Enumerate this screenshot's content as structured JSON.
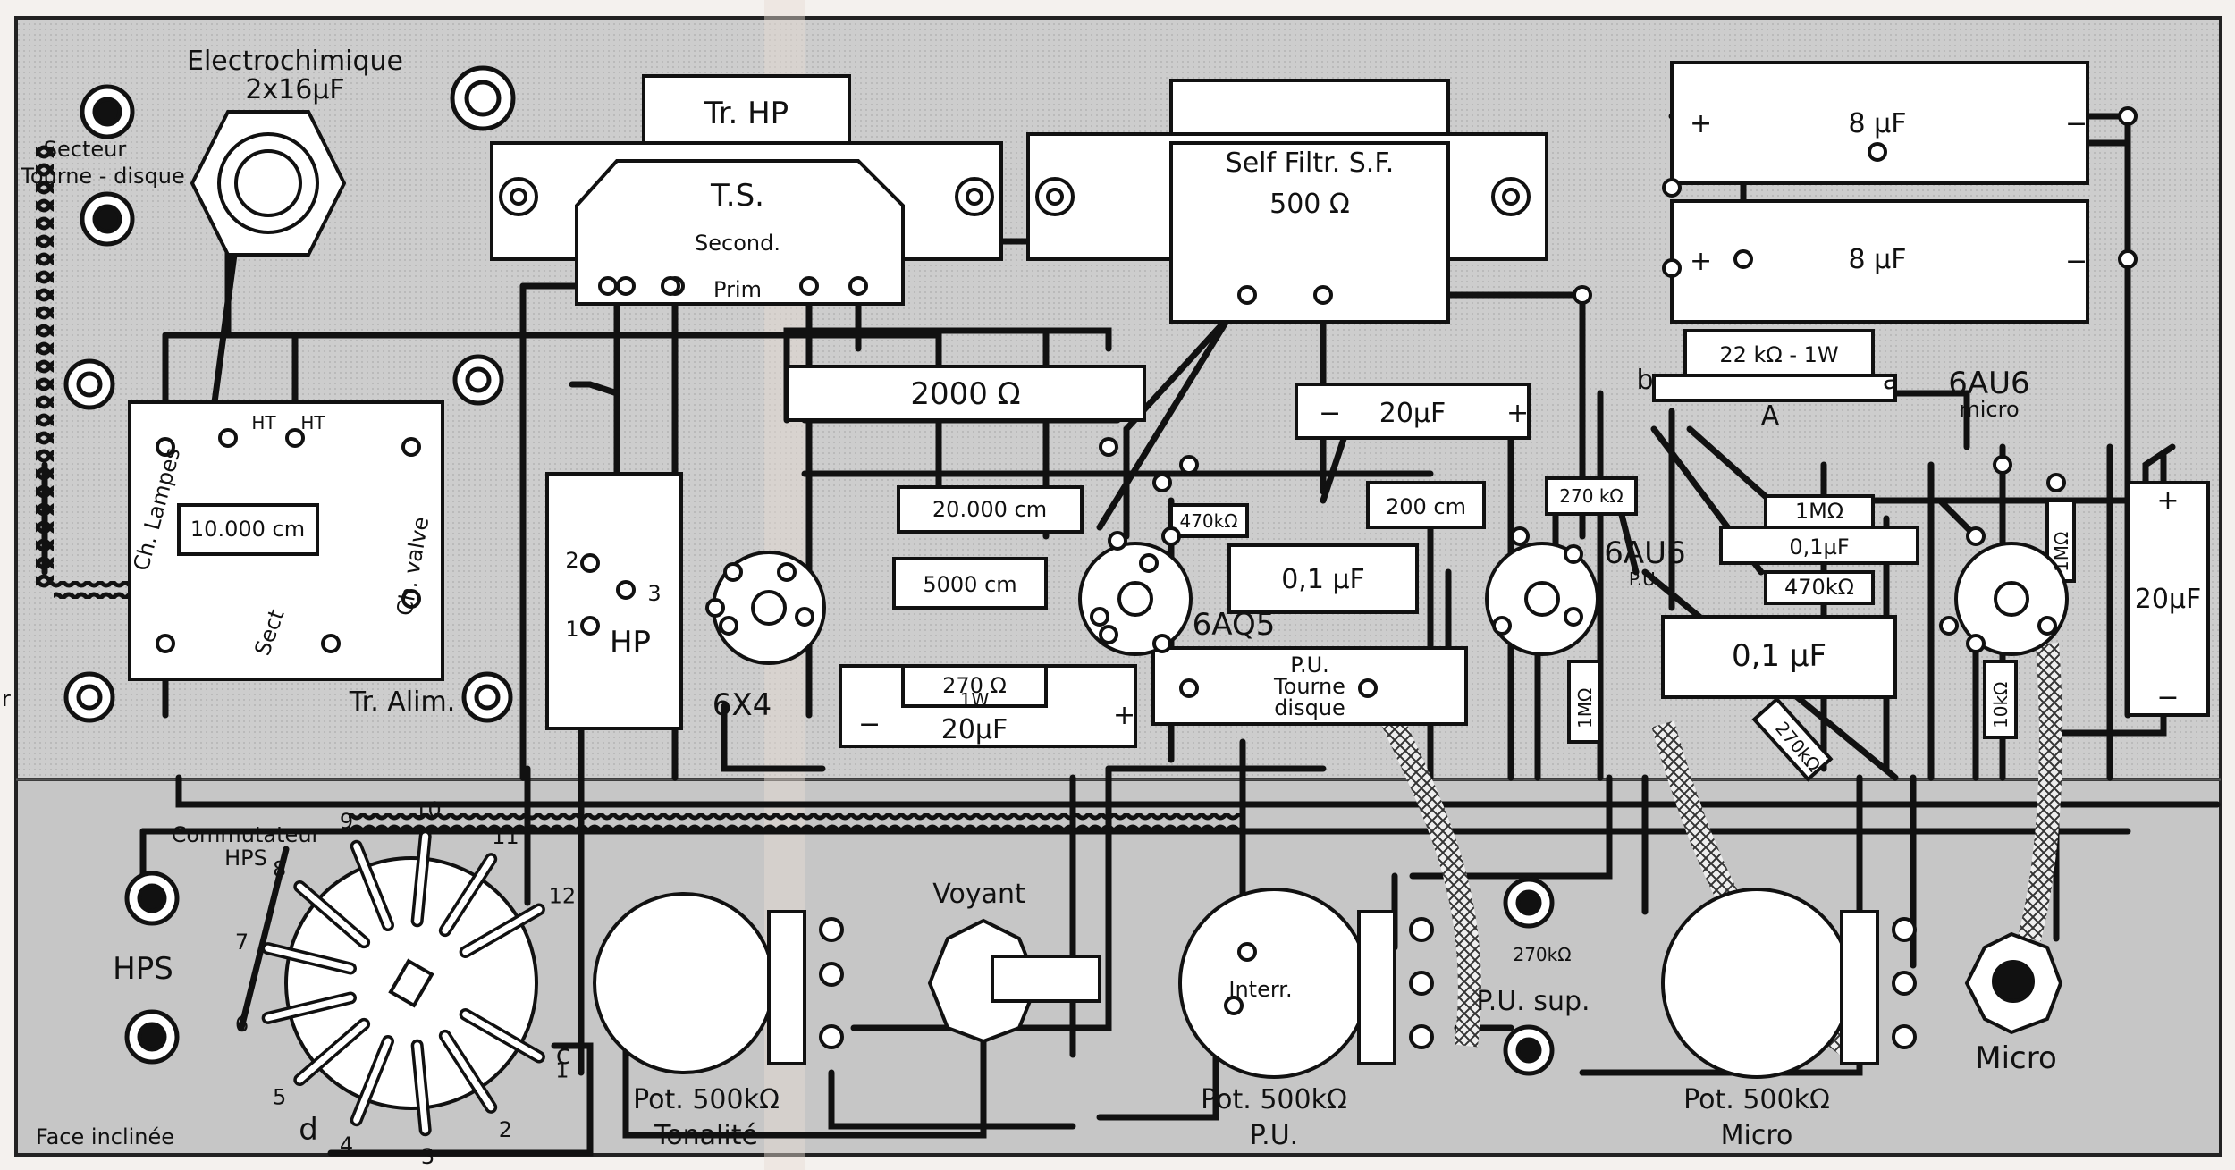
{
  "labels": {
    "electrochimique": "Electrochimique",
    "electro_value": "2x16µF",
    "secteur": "Secteur",
    "tourne_disque": "Tourne - disque",
    "tr_hp": "Tr. HP",
    "ts": "T.S.",
    "second": "Second.",
    "prim": "Prim",
    "self_filtr": "Self Filtr. S.F.",
    "self_value": "500 Ω",
    "cap_8uf_a": "8 µF",
    "cap_8uf_b": "8 µF",
    "res_22k": "22 kΩ - 1W",
    "res_2000": "2000 Ω",
    "cap_20uf_top": "20µF",
    "tube_6au6_micro": "6AU6",
    "micro_small": "micro",
    "ht1": "HT",
    "ht2": "HT",
    "ch_lampes": "Ch. Lampes",
    "ch_valve": "Ch. valve",
    "res_10000": "10.000 cm",
    "res_20000": "20.000 cm",
    "res_5000": "5000 cm",
    "res_470k_a": "470kΩ",
    "res_200": "200 cm",
    "res_270k_a": "270 kΩ",
    "cap_01_a": "0,1 µF",
    "tube_6aq5": "6AQ5",
    "tube_6au6_pu": "6AU6",
    "pu_small": "P.U.",
    "res_1m_a": "1MΩ",
    "cap_01_b": "0,1µF",
    "res_470k_b": "470kΩ",
    "cap_01_c": "0,1 µF",
    "res_1m_b": "1MΩ",
    "cap_20uf_right": "20µF",
    "tube_6x4": "6X4",
    "hp": "HP",
    "tr_alim": "Tr. Alim.",
    "sect": "Sect",
    "res_270_1w": "270 Ω",
    "res_1w": "1W",
    "cap_20uf_bottom": "20µF",
    "pu_tourne_disque_1": "P.U.",
    "pu_tourne_disque_2": "Tourne",
    "pu_tourne_disque_3": "disque",
    "res_1mohm_v": "1MΩ",
    "res_270k_diag": "270kΩ",
    "res_10k_v": "10kΩ",
    "res_270k_b": "270kΩ",
    "commutateur": "Commutateur",
    "hps_small": "HPS",
    "hps": "HPS",
    "voyant": "Voyant",
    "interr": "Interr.",
    "pu_sup": "P.U. sup.",
    "pot_tonalite": "Pot. 500kΩ",
    "tonalite": "Tonalité",
    "pot_pu": "Pot. 500kΩ",
    "pu_label": "P.U.",
    "pot_micro": "Pot. 500kΩ",
    "micro_label": "Micro",
    "micro_jack": "Micro",
    "face_inclinee": "Face inclinée",
    "pin_a": "a",
    "pin_b": "b",
    "pin_A": "A",
    "pin_c": "c",
    "pin_d": "d",
    "hp_pin_2": "2",
    "hp_pin_1": "1",
    "hp_pin_3": "3",
    "edge_r": "r"
  },
  "switch_positions": [
    "1",
    "2",
    "3",
    "4",
    "5",
    "6",
    "7",
    "8",
    "9",
    "10",
    "11",
    "12"
  ],
  "colors": {
    "chassis": "#cfcfcf",
    "chassis_lower": "#c4c4c4",
    "wire": "#111111",
    "component": "#ffffff"
  }
}
